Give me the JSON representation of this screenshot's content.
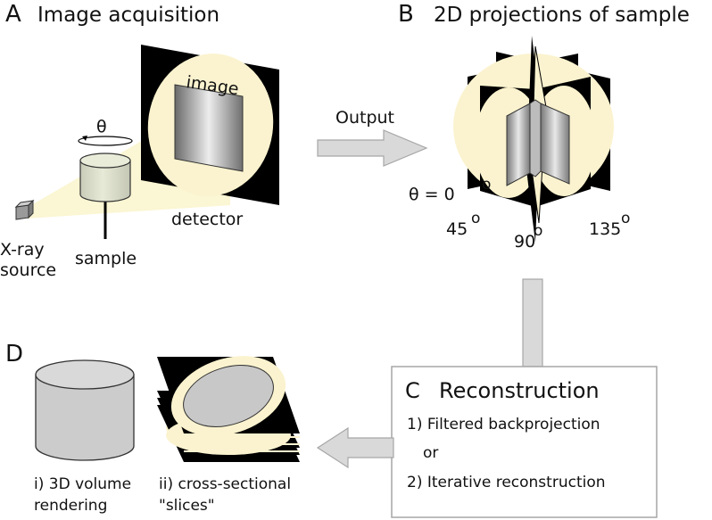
{
  "panels": {
    "a": {
      "letter": "A",
      "title": "Image acquisition"
    },
    "b": {
      "letter": "B",
      "title": "2D projections of sample"
    },
    "c": {
      "letter": "C",
      "title": "Reconstruction"
    },
    "d": {
      "letter": "D"
    }
  },
  "acquisition": {
    "xray_line1": "X-ray",
    "xray_line2": "source",
    "sample": "sample",
    "theta": "θ",
    "image": "image",
    "detector": "detector"
  },
  "output_label": "Output",
  "projections": {
    "theta_eq": "θ = 0",
    "angle_45": "45",
    "angle_90": "90",
    "angle_135": "135",
    "degree_mark": "o"
  },
  "reconstruction": {
    "method1": "1) Filtered backprojection",
    "or": "or",
    "method2": "2) Iterative reconstruction"
  },
  "results": {
    "volume_line1": "i) 3D volume",
    "volume_line2": "rendering",
    "slices_line1": "ii) cross-sectional",
    "slices_line2": "\"slices\""
  },
  "colors": {
    "beam": "#fbf6d3",
    "cream": "#fbf3cf",
    "black": "#000000",
    "arrow_fill": "#d9d9d9",
    "arrow_stroke": "#a6a6a6",
    "cylinder_light": "#e3e6d2",
    "cylinder_gray": "#cccccc",
    "slice_gray": "#c8c8c8"
  }
}
